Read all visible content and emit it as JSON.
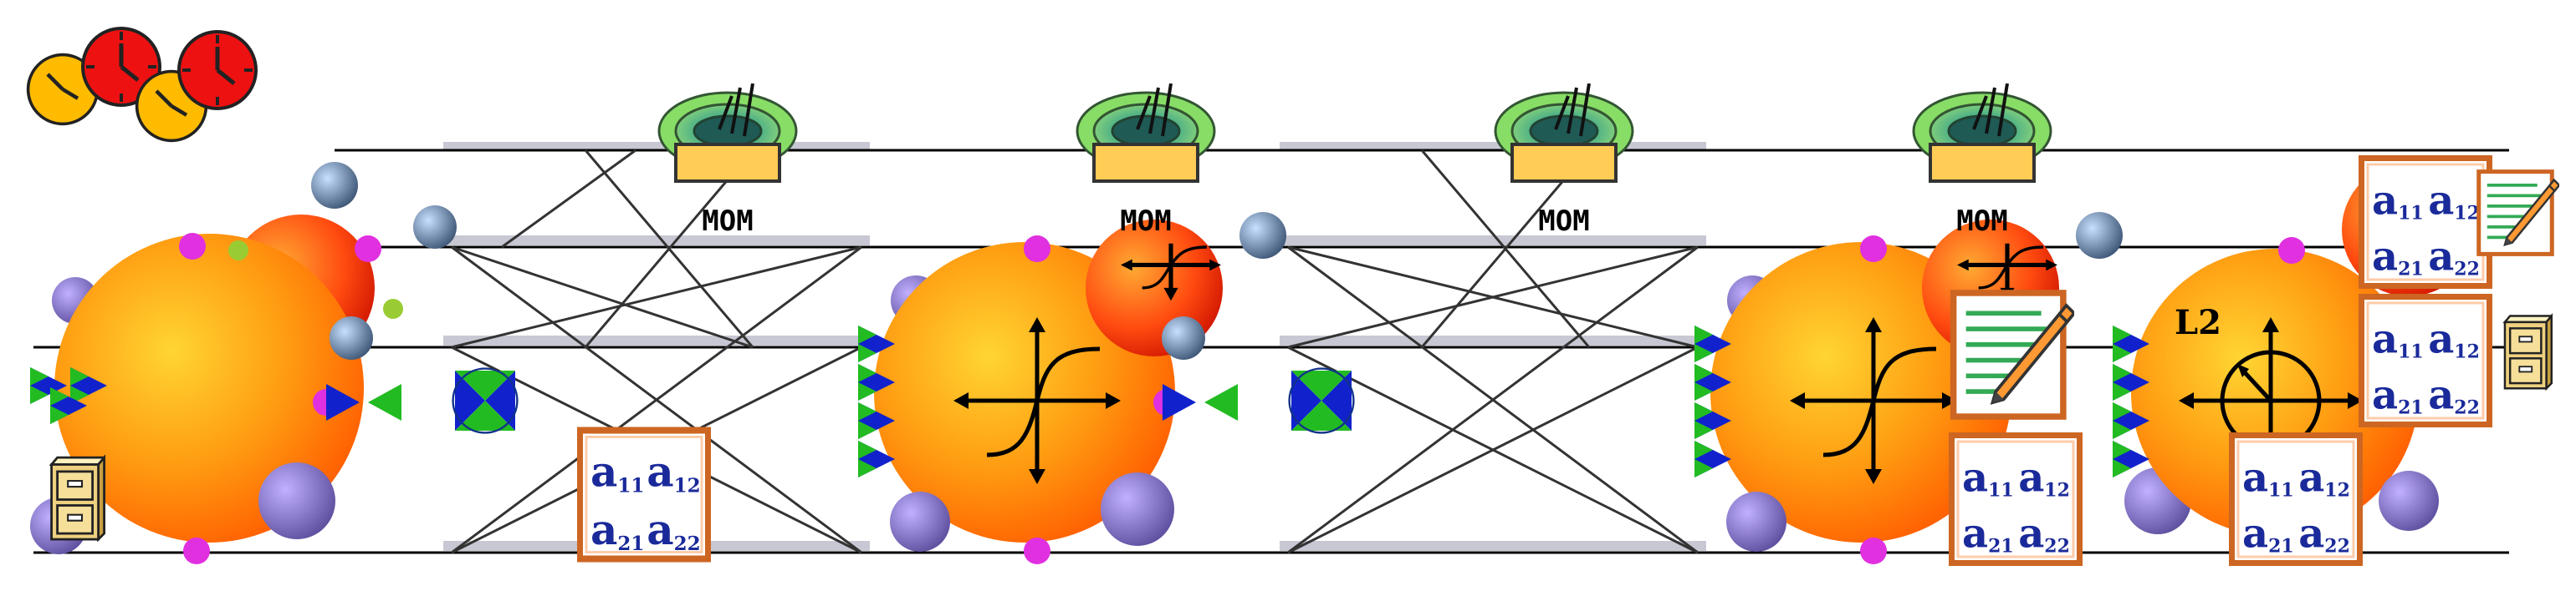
{
  "colors": {
    "line": "#000000",
    "rail": "#b8b8c8",
    "orange_light": "#ffcc33",
    "orange_mid": "#ff8800",
    "orange_dark": "#dd2200",
    "magenta": "#e030e0",
    "purple": "#8870c0",
    "satellite": "#6688aa",
    "lime": "#99cc33",
    "pyramid_blue": "#1122cc",
    "pyramid_green": "#22bb22",
    "mom_fill": "#ffcc55",
    "mom_border": "#333333",
    "coil_green": "#77cc66",
    "clock_red": "#ee1111",
    "clock_yellow": "#ffbb00",
    "matrix_border": "#cc6622",
    "matrix_text": "#1a2a9a",
    "drawer": "#e8c870"
  },
  "icons": {
    "clocks": "clock-icon",
    "neuron": "neuron-sphere-icon",
    "momentum": "momentum-icon",
    "matrix": "matrix-icon",
    "notepad": "notepad-pencil-icon",
    "cabinet": "file-cabinet-icon",
    "activation": "sigmoid-axes-icon",
    "l2": "l2-norm-icon"
  },
  "labels": {
    "mom": "MOM",
    "l2": "L2",
    "matrix": {
      "a": "a",
      "s11": "11",
      "s12": "12",
      "s21": "21",
      "s22": "22"
    }
  }
}
